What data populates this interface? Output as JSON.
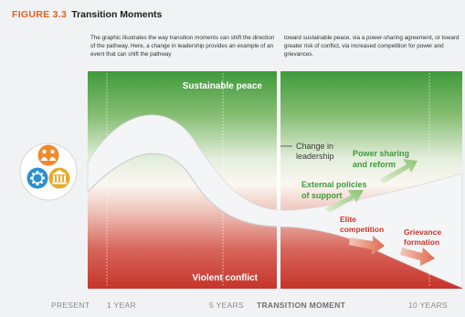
{
  "figure": {
    "number": "FIGURE 3.3",
    "title": "Transition Moments",
    "intro_left": "The graphic illustrates the way transition moments can shift the direction of the pathway. Here, a change in leadership provides an example of an event that can shift the pathway",
    "intro_right": "toward sustainable peace, via a power-sharing agreement, or toward greater risk of conflict, via increased competition for power and grievances."
  },
  "zones": {
    "top": "Sustainable peace",
    "bottom": "Violent conflict"
  },
  "annotations": {
    "change_l1": "Change in",
    "change_l2": "leadership",
    "power_l1": "Power sharing",
    "power_l2": "and reform",
    "external_l1": "External policies",
    "external_l2": "of support",
    "elite_l1": "Elite",
    "elite_l2": "competition",
    "grievance_l1": "Grievance",
    "grievance_l2": "formation"
  },
  "timeline": {
    "present": "PRESENT",
    "year1": "1 YEAR",
    "year5": "5 YEARS",
    "transition": "TRANSITION MOMENT",
    "year10": "10 YEARS"
  },
  "colors": {
    "accent": "#e2611d",
    "peace_green": "#3f9a3c",
    "conflict_red": "#c6342a",
    "label_green": "#3d9b3a",
    "label_red": "#d1312a",
    "icon_orange": "#ef8a2b",
    "icon_gold": "#e9a92b",
    "icon_blue": "#2a8fce"
  },
  "icons": [
    "people-icon",
    "institution-icon",
    "global-network-icon"
  ]
}
